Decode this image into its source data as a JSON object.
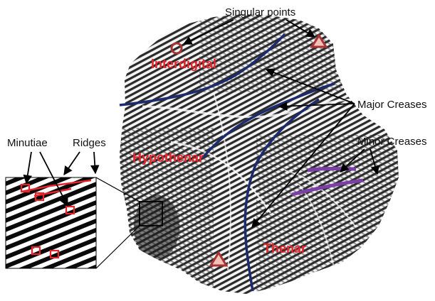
{
  "labels": {
    "singular_points": "Singular points",
    "major_creases": "Major Creases",
    "minor_creases": "Minor Creases",
    "minutiae": "Minutiae",
    "ridges": "Ridges"
  },
  "regions": {
    "interdigital": "Interdigital",
    "hypothenar": "Hypothenar",
    "thenar": "Thenar"
  },
  "colors": {
    "major_crease": "#1c2a6e",
    "minor_crease": "#7b3fa6",
    "region_text": "#e8232a",
    "singular_point": "#a63434",
    "minutia_box": "#e8232a",
    "ridge_line": "#e8232a",
    "palm_ink": "#222222",
    "arrow": "#000000"
  },
  "icons": {
    "singular_circle": "circle-marker",
    "singular_triangle": "triangle-marker",
    "minutia": "square-marker"
  }
}
